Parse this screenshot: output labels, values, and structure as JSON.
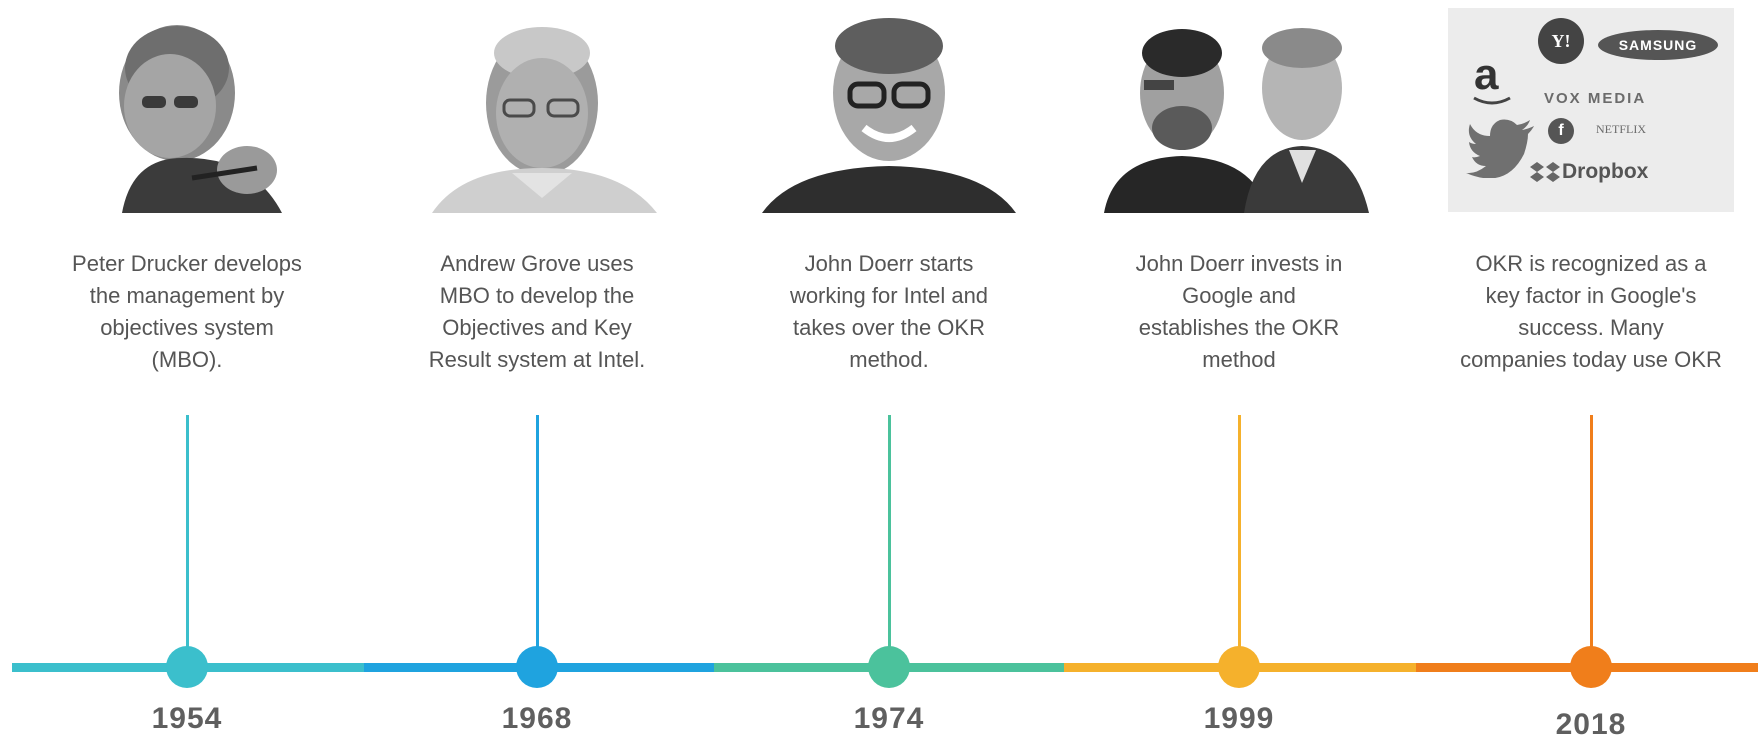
{
  "timeline": {
    "events": [
      {
        "year": "1954",
        "text_lines": [
          "Peter Drucker develops",
          "the management  by",
          "objectives system",
          "(MBO)."
        ],
        "color": "#3bbfcc",
        "portrait": "peter-drucker-photo"
      },
      {
        "year": "1968",
        "text_lines": [
          "Andrew  Grove uses",
          "MBO to develop the",
          "Objectives and Key",
          "Result system at Intel."
        ],
        "color": "#1fa3df",
        "portrait": "andrew-grove-photo"
      },
      {
        "year": "1974",
        "text_lines": [
          "John Doerr starts",
          "working  for Intel and",
          "takes over the OKR",
          "method."
        ],
        "color": "#4bc29c",
        "portrait": "john-doerr-photo"
      },
      {
        "year": "1999",
        "text_lines": [
          "John Doerr invests in",
          "Google and",
          "establishes the OKR",
          "method"
        ],
        "color": "#f5b12c",
        "portrait": "google-founders-photo"
      },
      {
        "year": "2018",
        "text_lines": [
          "OKR is recognized  as a",
          "key factor in Google's",
          "success. Many",
          "companies  today use OKR"
        ],
        "color": "#f07e1b",
        "portrait": "company-logos-collage"
      }
    ],
    "segment_colors": [
      "#3bbfcc",
      "#1fa3df",
      "#4bc29c",
      "#f5b12c",
      "#f07e1b"
    ]
  },
  "logos": {
    "amazon": "a",
    "yahoo": "Y!",
    "samsung": "SAMSUNG",
    "vox": "VOX MEDIA",
    "netflix": "NETFLIX",
    "facebook": "f",
    "dropbox": "Dropbox"
  }
}
